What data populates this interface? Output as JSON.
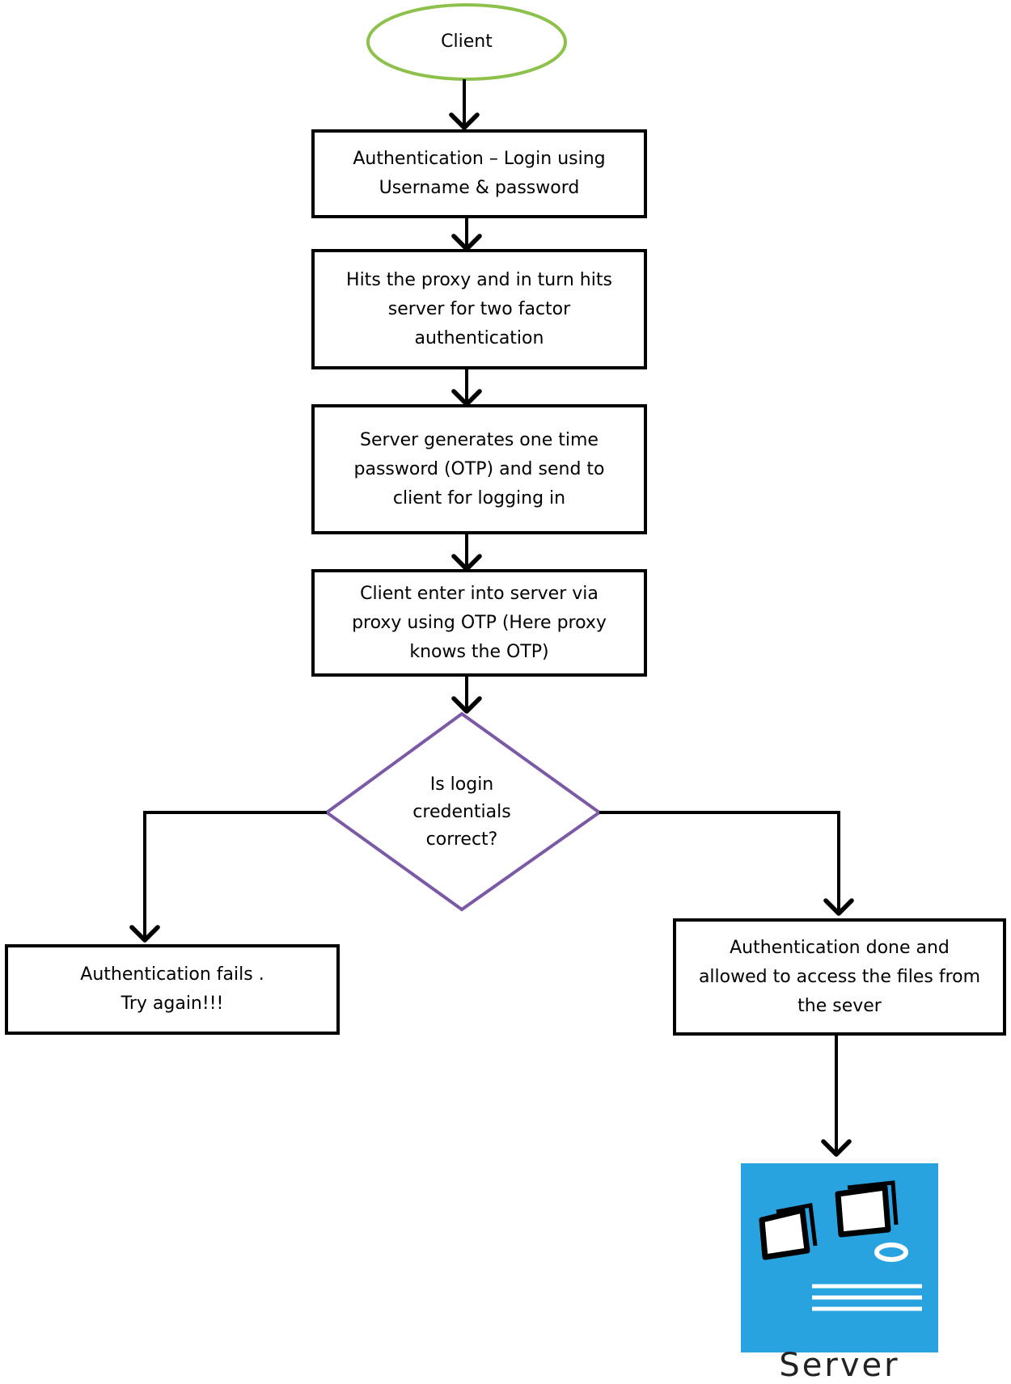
{
  "start": {
    "label": "Client"
  },
  "steps": [
    {
      "id": "auth-login",
      "lines": [
        "Authentication  – Login using",
        "Username  & password"
      ]
    },
    {
      "id": "proxy-hit",
      "lines": [
        "Hits the proxy and in turn hits",
        "server for two  factor",
        "authentication"
      ]
    },
    {
      "id": "otp-generate",
      "lines": [
        "Server generates one time",
        "password (OTP) and send to",
        "client for logging  in"
      ]
    },
    {
      "id": "otp-enter",
      "lines": [
        "Client enter into server via",
        "proxy using OTP (Here proxy",
        "knows the OTP)"
      ]
    }
  ],
  "decision": {
    "lines": [
      "Is login",
      "credentials",
      "correct?"
    ]
  },
  "fail": {
    "lines": [
      "Authentication  fails .",
      "Try again!!!"
    ]
  },
  "success": {
    "lines": [
      "Authentication  done and",
      "allowed to access the files from",
      "the sever"
    ]
  },
  "server": {
    "label": "Server",
    "icon": "server-icon",
    "color": "#29a3df"
  },
  "colors": {
    "start_border": "#8dc14b",
    "decision_border": "#7b59a6",
    "lines": "#000000"
  }
}
